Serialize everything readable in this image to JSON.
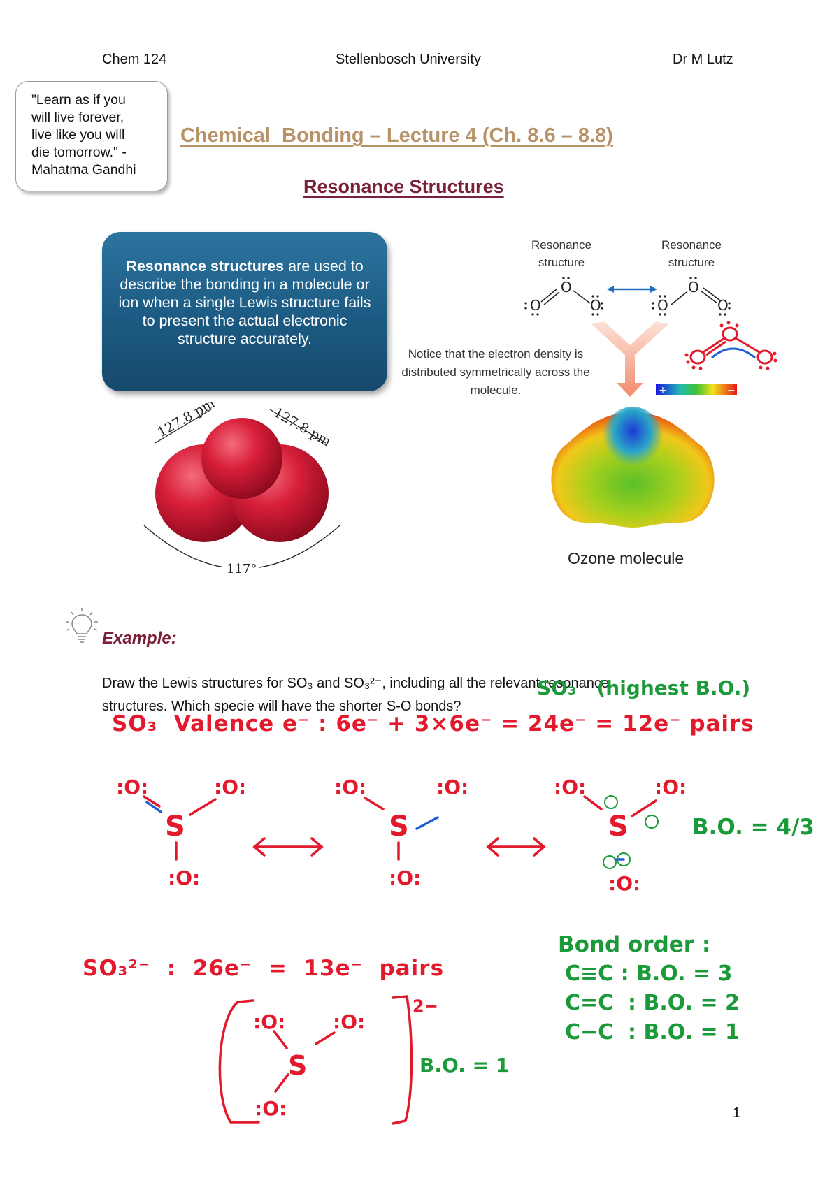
{
  "header": {
    "course": "Chem 124",
    "university": "Stellenbosch University",
    "lecturer": "Dr M Lutz"
  },
  "quote": {
    "lines": [
      "\"Learn as if you",
      "will live forever,",
      "live like you will",
      "die tomorrow.\" -",
      "Mahatma Gandhi"
    ]
  },
  "title": "Chemical  Bonding – Lecture 4 (Ch. 8.6 – 8.8)",
  "subtitle": "Resonance Structures",
  "definition": {
    "term": "Resonance structures",
    "text": " are used to describe the bonding in a molecule or ion when a single Lewis structure fails to present the actual electronic structure accurately."
  },
  "ozone_figure": {
    "resonance_label_line1": "Resonance",
    "resonance_label_line2": "structure",
    "notice_text": "Notice that the electron density is distributed symmetrically across the molecule.",
    "caption": "Ozone molecule",
    "bond_length_label": "127.8 pm",
    "angle_label": "117°",
    "scale_plus": "+",
    "scale_minus": "−",
    "atom_label": "O"
  },
  "example": {
    "label": "Example:",
    "question_line1": "Draw the Lewis structures for SO₃ and SO₃²⁻, including all the relevant resonance",
    "question_line2": "structures. Which specie will have the shorter S-O bonds?"
  },
  "handwriting": {
    "so3_note": "SO₃   (highest B.O.)",
    "so3_valence": "SO₃  Valence e⁻ : 6e⁻ + 3×6e⁻ = 24e⁻ = 12e⁻ pairs",
    "so3_2_count": "SO₃²⁻  :  26e⁻  =  13e⁻  pairs",
    "bo_four_thirds": "B.O. = 4/3",
    "bond_order_title": "Bond order :",
    "bond_order_lines": [
      "C≡C : B.O. = 3",
      "C=C  : B.O. = 2",
      "C−C  : B.O. = 1"
    ],
    "bo_one": "B.O. = 1",
    "charge": "2−",
    "sulfur": "S",
    "oxygen": ":O:"
  },
  "page_number": "1",
  "colors": {
    "title": "#b8936a",
    "subtitle": "#7a2038",
    "ink_red": "#e21a2c",
    "ink_green": "#1b9a3a",
    "ink_blue": "#1f5fd6",
    "box_blue": "#1c5a82"
  }
}
